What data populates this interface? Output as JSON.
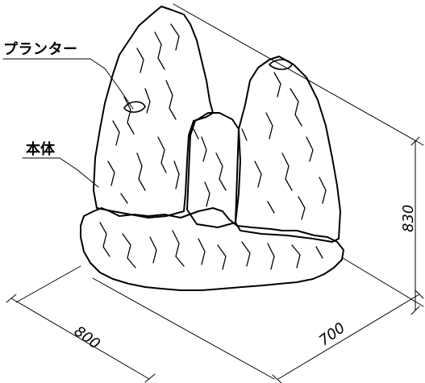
{
  "labels": {
    "planter": "プランター",
    "body": "本体"
  },
  "dimensions": {
    "width": "800",
    "depth": "700",
    "height": "830"
  },
  "colors": {
    "line": "#000000",
    "background": "#ffffff"
  }
}
